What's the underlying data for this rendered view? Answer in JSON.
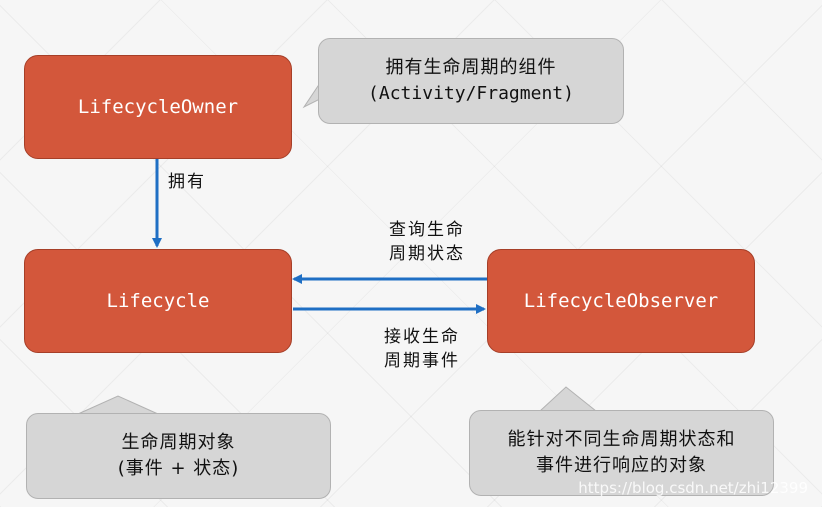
{
  "nodes": {
    "owner": "LifecycleOwner",
    "lifecycle": "Lifecycle",
    "observer": "LifecycleObserver"
  },
  "callouts": {
    "owner_note": [
      "拥有生命周期的组件",
      "(Activity/Fragment)"
    ],
    "lifecycle_note": [
      "生命周期对象",
      "(事件 + 状态)"
    ],
    "observer_note": [
      "能针对不同生命周期状态和",
      "事件进行响应的对象"
    ]
  },
  "edges": {
    "owner_to_lifecycle": "拥有",
    "query_state": [
      "查询生命",
      "周期状态"
    ],
    "receive_event": [
      "接收生命",
      "周期事件"
    ]
  },
  "colors": {
    "node_fill": "#d3573b",
    "arrow": "#1f6fc4",
    "callout_fill": "#d6d6d6"
  },
  "watermark": "https://blog.csdn.net/zhi12399"
}
